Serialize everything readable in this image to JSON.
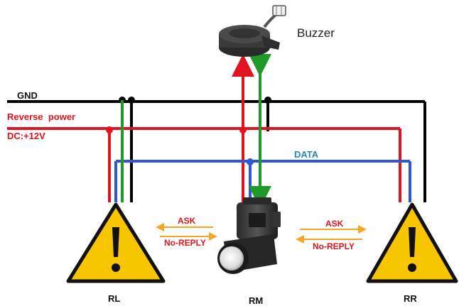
{
  "labels": {
    "buzzer": "Buzzer",
    "gnd": "GND",
    "reverse_power": "Reverse  power",
    "dc": "DC:+12V",
    "data": "DATA",
    "ask_left": "ASK",
    "noreply_left": "No-REPLY",
    "ask_right": "ASK",
    "noreply_right": "No-REPLY",
    "rl": "RL",
    "rm": "RM",
    "rr": "RR"
  },
  "colors": {
    "gnd": "#000000",
    "power": "#e0141e",
    "data_line": "#2f56d6",
    "signal_green": "#1f9a2a",
    "arrow_orange": "#f5a623",
    "label_red": "#e0141e",
    "data_label": "#2a86b8",
    "warning_yellow": "#f7c600"
  },
  "icons": {
    "buzzer": "buzzer-device-icon",
    "sensor": "parking-sensor-icon",
    "warning": "warning-triangle-icon"
  }
}
